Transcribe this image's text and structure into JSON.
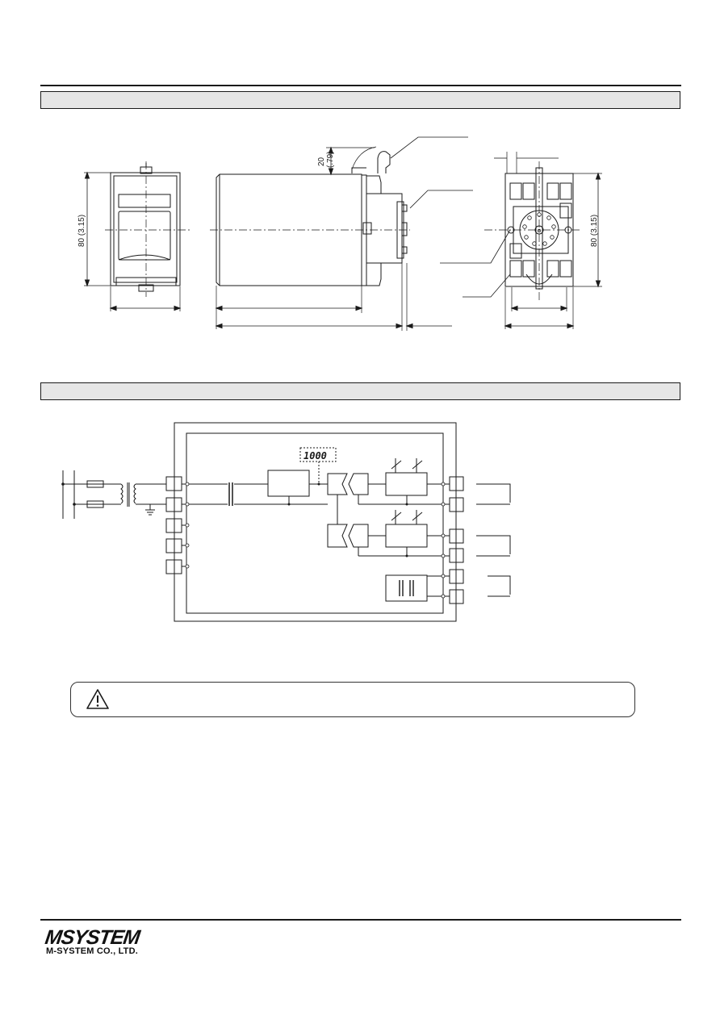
{
  "dimensions": {
    "front_height": "80 (3.15)",
    "rail_offset": "20",
    "rail_offset_inch": "(.79)",
    "socket_height": "80 (3.15)"
  },
  "block_diagram": {
    "display_readout": "1000"
  },
  "logo": {
    "mark": "MSYSTEM",
    "company": "M-SYSTEM CO., LTD."
  },
  "icons": {
    "warning": "warning-triangle-icon"
  }
}
